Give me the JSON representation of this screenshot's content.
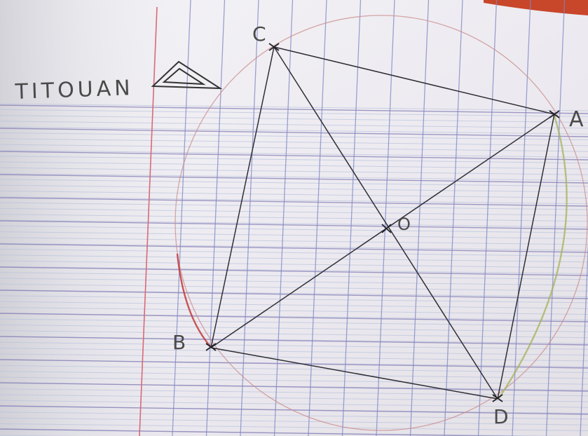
{
  "photo": {
    "name": "TITOUAN",
    "points": {
      "A": "A",
      "B": "B",
      "C": "C",
      "D": "D",
      "O": "O"
    }
  }
}
